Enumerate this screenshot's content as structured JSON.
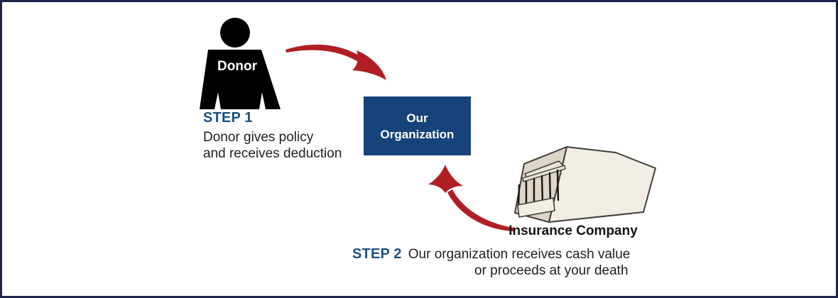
{
  "donor": {
    "label": "Donor"
  },
  "step1": {
    "label": "STEP 1",
    "line1": "Donor gives policy",
    "line2": "and receives deduction"
  },
  "organization": {
    "line1": "Our",
    "line2": "Organization"
  },
  "insurance": {
    "label": "Insurance Company"
  },
  "step2": {
    "label": "STEP 2",
    "line1": "Our organization receives cash value",
    "line2": "or proceeds at your death"
  },
  "colors": {
    "frame_border": "#20244a",
    "organization_box": "#164379",
    "step_label_blue": "#1b5184",
    "arrow_red": "#b01f24",
    "figure_black": "#000000",
    "body_text": "#221e1f",
    "building_front": "#ddd5c8",
    "building_side": "#f1ede4",
    "building_outline": "#3f3e37"
  }
}
